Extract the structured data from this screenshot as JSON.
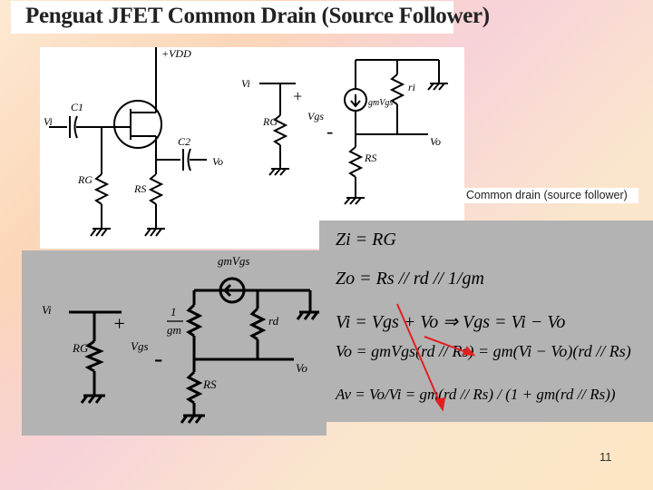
{
  "title": "Penguat JFET Common Drain (Source Follower)",
  "caption": "Common drain (source follower)",
  "page_number": "11",
  "circuit1": {
    "vdd": "+VDD",
    "vi": "Vi",
    "c1": "C1",
    "c2": "C2",
    "vo": "Vo",
    "rg": "RG",
    "rs": "RS"
  },
  "circuit2": {
    "vi": "Vi",
    "plus": "+",
    "minus": "-",
    "vgs": "Vgs",
    "rg": "RG",
    "src": "gmVgs",
    "ri": "ri",
    "rs": "RS",
    "vo": "Vo"
  },
  "circuit3": {
    "vi": "Vi",
    "plus": "+",
    "minus": "-",
    "vgs": "Vgs",
    "rg": "RG",
    "src": "gmVgs",
    "inv": "1",
    "inv_den": "gm",
    "rd": "rd",
    "rs": "RS",
    "vo": "Vo"
  },
  "equations": {
    "zi": "Zi = RG",
    "zo": "Zo = Rs // rd // 1/gm",
    "vi": "Vi = Vgs + Vo ⇒ Vgs = Vi − Vo",
    "vo": "Vo = gmVgs(rd // Rs) = gm(Vi − Vo)(rd // Rs)",
    "av": "Av = Vo/Vi = gm(rd // Rs) / (1 + gm(rd // Rs))"
  },
  "colors": {
    "panel_gray": "#b3b3b3",
    "arrow_red": "#e02020"
  }
}
